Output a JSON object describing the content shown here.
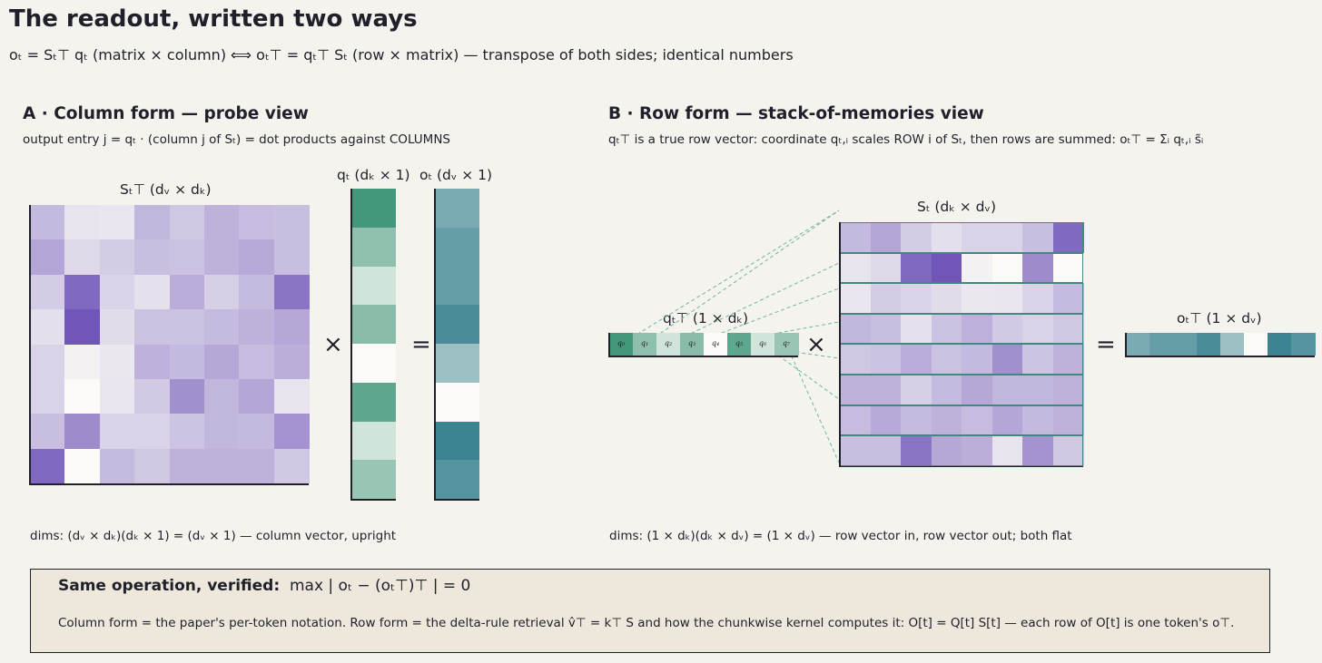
{
  "title": "The readout, written two ways",
  "subtitle": "oₜ = Sₜ⊤ qₜ  (matrix × column)    ⟺    oₜ⊤ = qₜ⊤ Sₜ  (row × matrix)      — transpose of both sides; identical numbers",
  "panel_a": {
    "title": "A · Column form — probe view",
    "subtitle": "output entry j = qₜ · (column j of Sₜ)  =  dot products against COLUMNS",
    "matrix_caption": "Sₜ⊤   (dᵥ × dₖ)",
    "q_caption": "qₜ  (dₖ × 1)",
    "o_caption": "oₜ  (dᵥ × 1)",
    "times": "×",
    "equals": "=",
    "dims": "dims:  (dᵥ × dₖ)(dₖ × 1) = (dᵥ × 1)   — column vector, upright"
  },
  "panel_b": {
    "title": "B · Row form — stack-of-memories view",
    "subtitle": "qₜ⊤  is a true row vector: coordinate qₜ,ᵢ scales ROW i of Sₜ, then rows are summed:  oₜ⊤ = Σᵢ qₜ,ᵢ s̃ᵢ",
    "q_caption": "qₜ⊤   (1 × dₖ)",
    "matrix_caption": "Sₜ  (dₖ × dᵥ)",
    "o_caption": "oₜ⊤   (1 × dᵥ)",
    "q_labels": [
      "q₀",
      "q₁",
      "q₂",
      "q₃",
      "q₄",
      "q₅",
      "q₆",
      "q₇"
    ],
    "times": "×",
    "equals": "=",
    "dims": "dims:  (1 × dₖ)(dₖ × dᵥ) = (1 × dᵥ)   — row vector in, row vector out; both flat"
  },
  "verify": {
    "title": "Same operation, verified:",
    "formula": "max | oₜ − (oₜ⊤)⊤ | = 0",
    "body": "Column form = the paper's per-token notation.   Row form = the delta-rule retrieval v̂⊤ = k⊤ S  and how the chunkwise kernel computes it:  O[t] = Q[t] S[t]  — each row of O[t] is one token's o⊤."
  },
  "colors": {
    "background": "#f4f3ee",
    "matrix_scale": [
      "#fbfaf6",
      "#6a4fb6"
    ],
    "q_scale": [
      "#fbfaf6",
      "#2a8a6a"
    ],
    "o_scale": [
      "#fbfaf6",
      "#2b7a88"
    ],
    "connector": "#6fb89a"
  },
  "chart_data": {
    "type": "heatmap",
    "matrix_S_transpose": [
      [
        0.38,
        0.13,
        0.12,
        0.4,
        0.3,
        0.42,
        0.36,
        0.35
      ],
      [
        0.5,
        0.2,
        0.27,
        0.35,
        0.33,
        0.42,
        0.47,
        0.35
      ],
      [
        0.27,
        0.85,
        0.22,
        0.15,
        0.45,
        0.25,
        0.37,
        0.78
      ],
      [
        0.16,
        0.96,
        0.18,
        0.33,
        0.33,
        0.37,
        0.42,
        0.48
      ],
      [
        0.23,
        0.05,
        0.11,
        0.43,
        0.38,
        0.48,
        0.36,
        0.44
      ],
      [
        0.23,
        0.0,
        0.12,
        0.28,
        0.62,
        0.4,
        0.49,
        0.13
      ],
      [
        0.35,
        0.65,
        0.23,
        0.23,
        0.32,
        0.4,
        0.38,
        0.6
      ],
      [
        0.85,
        0.0,
        0.37,
        0.3,
        0.42,
        0.42,
        0.42,
        0.3
      ]
    ],
    "q": [
      0.88,
      0.52,
      0.2,
      0.55,
      0.0,
      0.75,
      0.2,
      0.47
    ],
    "o": [
      0.62,
      0.72,
      0.72,
      0.85,
      0.45,
      0.0,
      0.92,
      0.8
    ]
  }
}
